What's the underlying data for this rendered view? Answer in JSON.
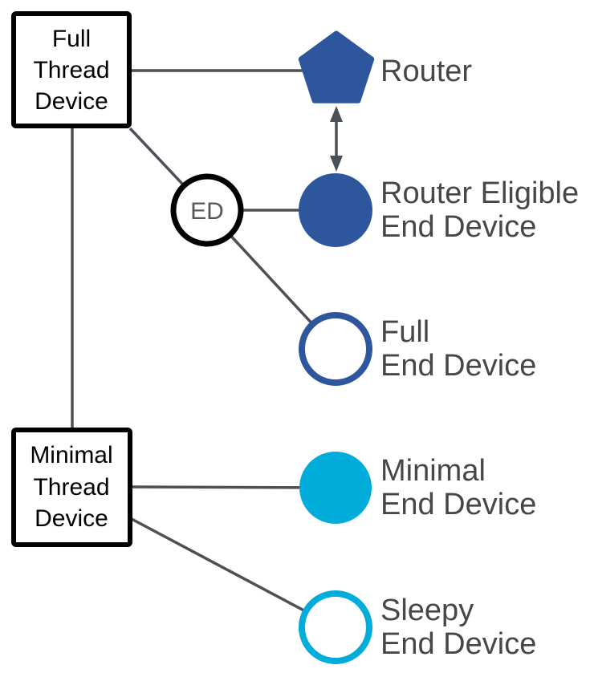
{
  "colors": {
    "blue": "#2d569d",
    "cyan": "#00acda",
    "line": "#4b5157",
    "label": "#454749",
    "ed_text": "#54585c",
    "box_border": "#000000",
    "background": "#ffffff"
  },
  "nodes": {
    "full_thread_device": {
      "lines": [
        "Full",
        "Thread",
        "Device"
      ],
      "shape": "box"
    },
    "minimal_thread_device": {
      "lines": [
        "Minimal",
        "Thread",
        "Device"
      ],
      "shape": "box"
    },
    "router": {
      "label": "Router",
      "shape": "pentagon-filled"
    },
    "router_eligible_end_device": {
      "lines": [
        "Router Eligible",
        "End Device"
      ],
      "shape": "circle-filled-blue"
    },
    "full_end_device": {
      "lines": [
        "Full",
        "End Device"
      ],
      "shape": "circle-outline-blue"
    },
    "minimal_end_device": {
      "lines": [
        "Minimal",
        "End Device"
      ],
      "shape": "circle-filled-cyan"
    },
    "sleepy_end_device": {
      "lines": [
        "Sleepy",
        "End Device"
      ],
      "shape": "circle-outline-cyan"
    },
    "ed_badge": {
      "label": "ED",
      "shape": "circle-outline-black"
    }
  },
  "connections": {
    "router_reed": "bidirectional-arrow"
  }
}
